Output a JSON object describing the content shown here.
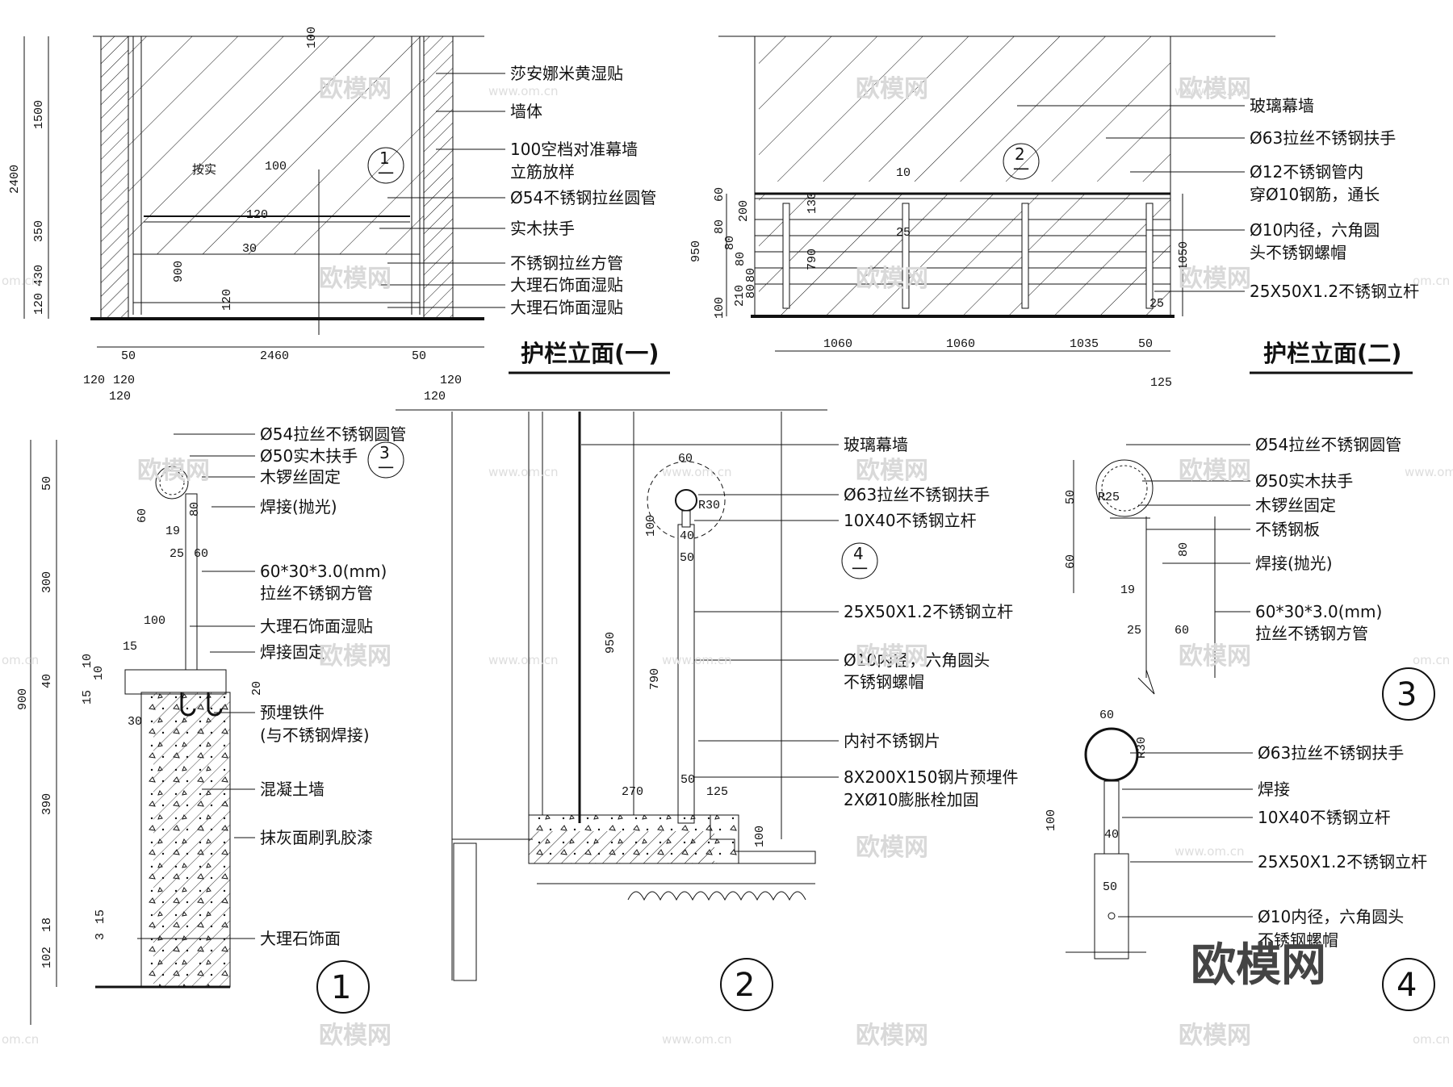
{
  "drawings": {
    "elev1": {
      "title": "护栏立面(一)",
      "labels": [
        "莎安娜米黄湿贴",
        "墙体",
        "100空档对准幕墙",
        "立筋放样",
        "Ø54不锈钢拉丝圆管",
        "实木扶手",
        "不锈钢拉丝方管",
        "大理石饰面湿贴",
        "大理石饰面湿贴"
      ],
      "dims_v": [
        "2400",
        "1500",
        "350",
        "430",
        "120",
        "100",
        "900",
        "120",
        "30"
      ],
      "dims_h": [
        "120",
        "50",
        "2460",
        "50",
        "120",
        "120",
        "120",
        "按实",
        "100",
        "120",
        "120"
      ],
      "callout": {
        "num": "1",
        "sub": "一"
      }
    },
    "elev2": {
      "title": "护栏立面(二)",
      "labels": [
        "玻璃幕墙",
        "Ø63拉丝不锈钢扶手",
        "Ø12不锈钢管内",
        "穿Ø10钢筋，通长",
        "Ø10内径，六角圆",
        "头不锈钢螺帽",
        "25X50X1.2不锈钢立杆"
      ],
      "dims_v": [
        "60",
        "200",
        "80",
        "80",
        "80",
        "80",
        "80",
        "950",
        "100",
        "130",
        "790",
        "1050",
        "25",
        "210"
      ],
      "dims_h": [
        "1060",
        "1060",
        "1035",
        "50",
        "125",
        "10",
        "25"
      ],
      "callout": {
        "num": "2",
        "sub": "一"
      }
    },
    "sec1": {
      "labels": [
        "Ø54拉丝不锈钢圆管",
        "Ø50实木扶手",
        "木锣丝固定",
        "焊接(抛光)",
        "60*30*3.0(mm)",
        "拉丝不锈钢方管",
        "大理石饰面湿贴",
        "焊接固定",
        "预埋铁件",
        "(与不锈钢焊接)",
        "混凝土墙",
        "抹灰面刷乳胶漆",
        "大理石饰面"
      ],
      "dims": [
        "50",
        "60",
        "80",
        "19",
        "25",
        "60",
        "300",
        "100",
        "15",
        "10",
        "10",
        "40",
        "20",
        "15",
        "30",
        "900",
        "390",
        "18",
        "15",
        "3",
        "102"
      ],
      "callout": {
        "num": "3",
        "sub": "一"
      },
      "number": "1"
    },
    "sec2": {
      "labels": [
        "玻璃幕墙",
        "Ø63拉丝不锈钢扶手",
        "10X40不锈钢立杆",
        "25X50X1.2不锈钢立杆",
        "Ø10内径，六角圆头",
        "不锈钢螺帽",
        "内衬不锈钢片",
        "8X200X150钢片预埋件",
        "2XØ10膨胀栓加固"
      ],
      "dims": [
        "60",
        "R30",
        "100",
        "40",
        "50",
        "950",
        "790",
        "50",
        "270",
        "125",
        "100"
      ],
      "callout": {
        "num": "4",
        "sub": "一"
      },
      "number": "2"
    },
    "det3": {
      "labels": [
        "Ø54拉丝不锈钢圆管",
        "Ø50实木扶手",
        "木锣丝固定",
        "不锈钢板",
        "焊接(抛光)",
        "60*30*3.0(mm)",
        "拉丝不锈钢方管"
      ],
      "dims": [
        "50",
        "R25",
        "80",
        "60",
        "19",
        "25",
        "60"
      ],
      "number": "3"
    },
    "det4": {
      "labels": [
        "Ø63拉丝不锈钢扶手",
        "焊接",
        "10X40不锈钢立杆",
        "25X50X1.2不锈钢立杆",
        "Ø10内径，六角圆头",
        "不锈钢螺帽"
      ],
      "dims": [
        "60",
        "R30",
        "100",
        "40",
        "50"
      ],
      "number": "4"
    }
  },
  "watermark": {
    "text": "欧模网",
    "url": "www.om.cn",
    "short": "om.cn"
  },
  "brand": "欧模网",
  "colors": {
    "ink": "#111111",
    "watermark": "#d9d9d9",
    "brand": "#444444"
  }
}
